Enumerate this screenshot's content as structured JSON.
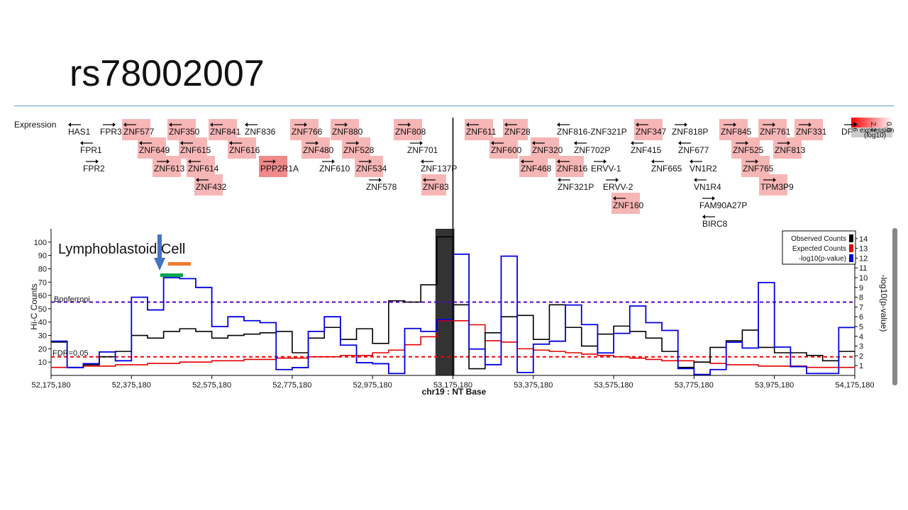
{
  "slide": {
    "title": "rs78002007"
  },
  "expression_track": {
    "label": "Expression",
    "legend_top": "0.0",
    "legend_mid": "2.3",
    "legend_left": "4.6",
    "legend_caption_1": "expression",
    "legend_caption_2": "(log10)",
    "genes": [
      {
        "name": "HAS1",
        "hi": false,
        "dir": "left"
      },
      {
        "name": "FPR3",
        "hi": false,
        "dir": "right"
      },
      {
        "name": "ZNF577",
        "hi": true,
        "dir": "left"
      },
      {
        "name": "ZNF350",
        "hi": true,
        "dir": "left"
      },
      {
        "name": "ZNF841",
        "hi": true,
        "dir": "left"
      },
      {
        "name": "ZNF836",
        "hi": false,
        "dir": "left"
      },
      {
        "name": "ZNF766",
        "hi": true,
        "dir": "right"
      },
      {
        "name": "ZNF880",
        "hi": true,
        "dir": "right"
      },
      {
        "name": "ZNF808",
        "hi": true,
        "dir": "right"
      },
      {
        "name": "ZNF611",
        "hi": true,
        "dir": "left"
      },
      {
        "name": "ZNF28",
        "hi": true,
        "dir": "left"
      },
      {
        "name": "ZNF816-ZNF321P",
        "hi": false,
        "dir": "left"
      },
      {
        "name": "ZNF347",
        "hi": true,
        "dir": "left"
      },
      {
        "name": "ZNF818P",
        "hi": false,
        "dir": "right"
      },
      {
        "name": "ZNF845",
        "hi": true,
        "dir": "right"
      },
      {
        "name": "ZNF761",
        "hi": true,
        "dir": "right"
      },
      {
        "name": "ZNF331",
        "hi": true,
        "dir": "right"
      },
      {
        "name": "DF",
        "hi": false,
        "dir": "right"
      },
      {
        "name": "FPR1",
        "hi": false,
        "dir": "left"
      },
      {
        "name": "ZNF649",
        "hi": true,
        "dir": "left"
      },
      {
        "name": "ZNF615",
        "hi": true,
        "dir": "left"
      },
      {
        "name": "ZNF616",
        "hi": true,
        "dir": "left"
      },
      {
        "name": "ZNF480",
        "hi": true,
        "dir": "right"
      },
      {
        "name": "ZNF528",
        "hi": true,
        "dir": "right"
      },
      {
        "name": "ZNF701",
        "hi": false,
        "dir": "right"
      },
      {
        "name": "ZNF600",
        "hi": true,
        "dir": "left"
      },
      {
        "name": "ZNF320",
        "hi": true,
        "dir": "left"
      },
      {
        "name": "ZNF702P",
        "hi": false,
        "dir": "left"
      },
      {
        "name": "ZNF415",
        "hi": false,
        "dir": "left"
      },
      {
        "name": "ZNF677",
        "hi": false,
        "dir": "left"
      },
      {
        "name": "ZNF525",
        "hi": true,
        "dir": "right"
      },
      {
        "name": "ZNF813",
        "hi": true,
        "dir": "right"
      },
      {
        "name": "FPR2",
        "hi": false,
        "dir": "right"
      },
      {
        "name": "ZNF613",
        "hi": true,
        "dir": "right"
      },
      {
        "name": "ZNF614",
        "hi": true,
        "dir": "left"
      },
      {
        "name": "PPP2R1A",
        "hi": true,
        "dir": "right"
      },
      {
        "name": "ZNF610",
        "hi": false,
        "dir": "right"
      },
      {
        "name": "ZNF534",
        "hi": true,
        "dir": "right"
      },
      {
        "name": "ZNF137P",
        "hi": false,
        "dir": "left"
      },
      {
        "name": "ZNF468",
        "hi": true,
        "dir": "left"
      },
      {
        "name": "ZNF816",
        "hi": true,
        "dir": "left"
      },
      {
        "name": "ERVV-1",
        "hi": false,
        "dir": "right"
      },
      {
        "name": "ZNF665",
        "hi": false,
        "dir": "left"
      },
      {
        "name": "VN1R2",
        "hi": false,
        "dir": "left"
      },
      {
        "name": "ZNF765",
        "hi": true,
        "dir": "right"
      },
      {
        "name": "ZNF432",
        "hi": true,
        "dir": "left"
      },
      {
        "name": "ZNF578",
        "hi": false,
        "dir": "right"
      },
      {
        "name": "ZNF83",
        "hi": true,
        "dir": "left"
      },
      {
        "name": "ZNF321P",
        "hi": false,
        "dir": "left"
      },
      {
        "name": "ERVV-2",
        "hi": false,
        "dir": "right"
      },
      {
        "name": "VN1R4",
        "hi": false,
        "dir": "left"
      },
      {
        "name": "TPM3P9",
        "hi": true,
        "dir": "right"
      },
      {
        "name": "ZNF160",
        "hi": true,
        "dir": "left"
      },
      {
        "name": "FAM90A27P",
        "hi": false,
        "dir": "right"
      },
      {
        "name": "BIRC8",
        "hi": false,
        "dir": "left"
      }
    ]
  },
  "colors": {
    "observed": "#000000",
    "expected": "#e00000",
    "pvalue": "#0000e0",
    "bonferroni": "#5500cc",
    "fdr": "#ff0000",
    "highlight_region": "#333333",
    "gene_highlight": "#f7b6b6",
    "gene_highlight_strong": "#f08a8a",
    "arrow": "#4472c4",
    "green_bar": "#00a651",
    "orange_bar": "#ed7d31"
  },
  "annotations": {
    "cell_type": "Lymphoblastoid Cell",
    "bonferroni_label": "Bonferroni",
    "fdr_label": "FDR=0.05"
  },
  "chart_data": {
    "type": "line",
    "x_title": "chr19 : NT Base",
    "y_left_title": "Hi-C Counts",
    "y_right_title": "-log10(p-value)",
    "xlim": [
      52175180,
      54175180
    ],
    "ylim_left": [
      0,
      110
    ],
    "ylim_right": [
      0,
      15
    ],
    "x_ticks": [
      "52,175,180",
      "52,375,180",
      "52,575,180",
      "52,775,180",
      "52,975,180",
      "53,175,180",
      "53,375,180",
      "53,575,180",
      "53,775,180",
      "53,975,180",
      "54,175,180"
    ],
    "y_left_ticks": [
      10,
      20,
      30,
      40,
      50,
      60,
      70,
      80,
      90,
      100
    ],
    "y_right_ticks": [
      1,
      2,
      3,
      4,
      5,
      6,
      7,
      8,
      9,
      10,
      11,
      12,
      13,
      14
    ],
    "legend": [
      "Observed Counts",
      "Expected Counts",
      "-log10(p-value)"
    ],
    "bin_size": 40000,
    "bin_starts": [
      52175180,
      52215180,
      52255180,
      52295180,
      52335180,
      52375180,
      52415180,
      52455180,
      52495180,
      52535180,
      52575180,
      52615180,
      52655180,
      52695180,
      52735180,
      52775180,
      52815180,
      52855180,
      52895180,
      52935180,
      52975180,
      53015180,
      53055180,
      53095180,
      53135180,
      53175180,
      53215180,
      53255180,
      53295180,
      53335180,
      53375180,
      53415180,
      53455180,
      53495180,
      53535180,
      53575180,
      53615180,
      53655180,
      53695180,
      53735180,
      53775180,
      53815180,
      53855180,
      53895180,
      53935180,
      53975180,
      54015180,
      54055180,
      54095180,
      54135180
    ],
    "observed": [
      25,
      6,
      8,
      14,
      18,
      30,
      28,
      33,
      35,
      33,
      28,
      30,
      31,
      32,
      33,
      17,
      28,
      36,
      27,
      35,
      24,
      56,
      55,
      68,
      104,
      53,
      5,
      32,
      44,
      45,
      27,
      53,
      36,
      22,
      31,
      37,
      33,
      28,
      18,
      6,
      10,
      21,
      26,
      34,
      21,
      17,
      17,
      15,
      11,
      18
    ],
    "expected": [
      6,
      6,
      7,
      7,
      8,
      8,
      9,
      9,
      10,
      10,
      11,
      11,
      12,
      12,
      13,
      13,
      14,
      14,
      15,
      15,
      17,
      19,
      23,
      29,
      41,
      41,
      38,
      26,
      25,
      20,
      19,
      18,
      17,
      16,
      15,
      14,
      13,
      12,
      11,
      11,
      10,
      9,
      8,
      8,
      7,
      7,
      7,
      6,
      6,
      6
    ],
    "pvalue": [
      3.5,
      0.8,
      1.2,
      2.4,
      1.5,
      8.0,
      6.7,
      10.0,
      9.9,
      9.0,
      5.0,
      6.0,
      5.6,
      5.4,
      0.6,
      0.8,
      4.5,
      6.0,
      3.1,
      1.3,
      1.2,
      0.2,
      4.8,
      4.5,
      5.7,
      12.4,
      2.7,
      1.1,
      12.2,
      0.3,
      3.2,
      3.5,
      7.2,
      5.2,
      2.3,
      4.3,
      7.1,
      5.4,
      4.6,
      0.7,
      0.1,
      0.6,
      3.4,
      2.8,
      9.5,
      2.9,
      0.9,
      0.2,
      0.2,
      4.9
    ],
    "bonferroni_y": 7.5,
    "fdr_y": 1.9,
    "highlight_bin_start": 53135180,
    "snp_position": 53175180
  }
}
